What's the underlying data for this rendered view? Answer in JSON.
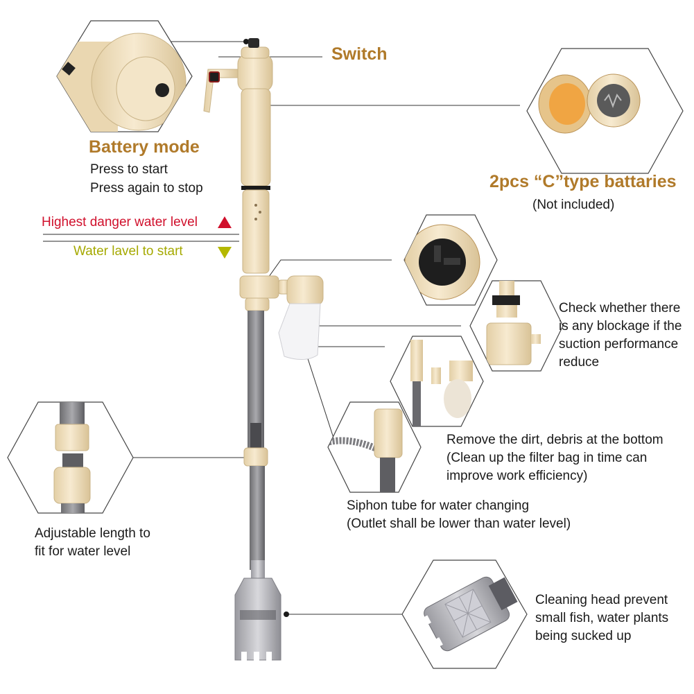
{
  "labels": {
    "switch": "Switch",
    "battery_mode": "Battery mode",
    "press_start": "Press to start",
    "press_stop": "Press again to stop",
    "battery_type": "2pcs “C”type battaries",
    "not_included": "(Not included)",
    "danger_level": "Highest danger water level",
    "start_level": "Water lavel to start",
    "blockage": [
      "Check whether there",
      "is any blockage if the",
      "suction performance",
      "reduce"
    ],
    "dirt": [
      "Remove the dirt, debris at the bottom",
      "(Clean up the filter bag in time can",
      "improve work efficiency)"
    ],
    "siphon": [
      "Siphon tube for water changing",
      "(Outlet shall be lower than water level)"
    ],
    "adjustable": [
      "Adjustable length to",
      "fit for water level"
    ],
    "cleaning_head": [
      "Cleaning head prevent",
      "small fish, water plants",
      "being sucked up"
    ]
  },
  "colors": {
    "accent_gold": "#b07a2a",
    "danger_red": "#d0102c",
    "start_green": "#a5a900",
    "device_cream": "#f0dfbc"
  },
  "icons": {
    "danger_marker": "triangle-up",
    "start_marker": "triangle-down"
  }
}
